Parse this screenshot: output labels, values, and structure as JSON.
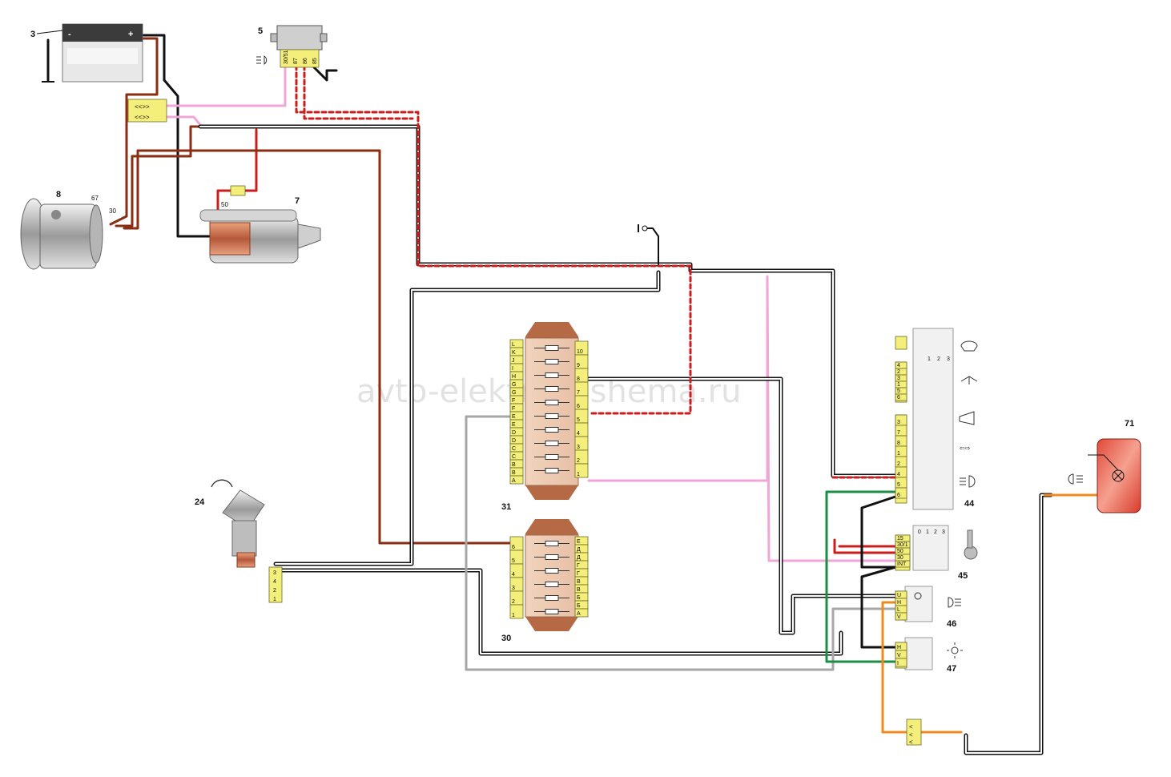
{
  "watermark": "avto-elektrika-shema.ru",
  "components": {
    "battery": {
      "number": "3",
      "minus": "-",
      "plus": "+"
    },
    "headlight_relay": {
      "number": "5",
      "pins": [
        "30/51",
        "87",
        "86",
        "85"
      ]
    },
    "generator": {
      "number": "8",
      "term_67": "67",
      "term_30": "30"
    },
    "starter": {
      "number": "7",
      "term_50": "50"
    },
    "wiper_motor": {
      "number": "24",
      "pins": [
        "3",
        "4",
        "2",
        "1"
      ]
    },
    "fuse_box_31": {
      "number": "31",
      "left_pins": [
        "L",
        "K",
        "J",
        "I",
        "H",
        "G",
        "G",
        "F",
        "F",
        "E",
        "E",
        "D",
        "D",
        "C",
        "C",
        "B",
        "B",
        "A"
      ],
      "right_pins": [
        "10",
        "9",
        "8",
        "7",
        "6",
        "5",
        "4",
        "3",
        "2",
        "1"
      ]
    },
    "fuse_box_30": {
      "number": "30",
      "left_pins": [
        "6",
        "5",
        "4",
        "3",
        "2",
        "1"
      ],
      "right_pins": [
        "Е",
        "Д",
        "Д",
        "Г",
        "Г",
        "В",
        "В",
        "Б",
        "Б",
        "А"
      ]
    },
    "column_switch_44": {
      "number": "44",
      "wiper_pins": [
        "4",
        "2",
        "3",
        "1",
        "5",
        "6"
      ],
      "wiper_positions": [
        "1",
        "2",
        "3"
      ],
      "light_pins": [
        "3",
        "7",
        "8",
        "1",
        "2",
        "4",
        "5",
        "6"
      ]
    },
    "ignition_switch_45": {
      "number": "45",
      "pins": [
        "15",
        "30/1",
        "50",
        "30",
        "INT"
      ],
      "positions": [
        "0",
        "1",
        "2",
        "3"
      ]
    },
    "fog_switch_46": {
      "number": "46",
      "pins": [
        "U",
        "H",
        "L",
        "V"
      ]
    },
    "light_switch_47": {
      "number": "47",
      "pins": [
        "H",
        "V",
        "I"
      ]
    },
    "rear_fog_lamp_71": {
      "number": "71"
    }
  },
  "colors": {
    "red": "#c81e1e",
    "brown": "#8b2d12",
    "pink": "#f0a6d6",
    "black": "#111111",
    "green": "#1e8c46",
    "orange": "#f08a1e",
    "grey": "#a7a7a7",
    "connector": "#f4ee7a"
  }
}
